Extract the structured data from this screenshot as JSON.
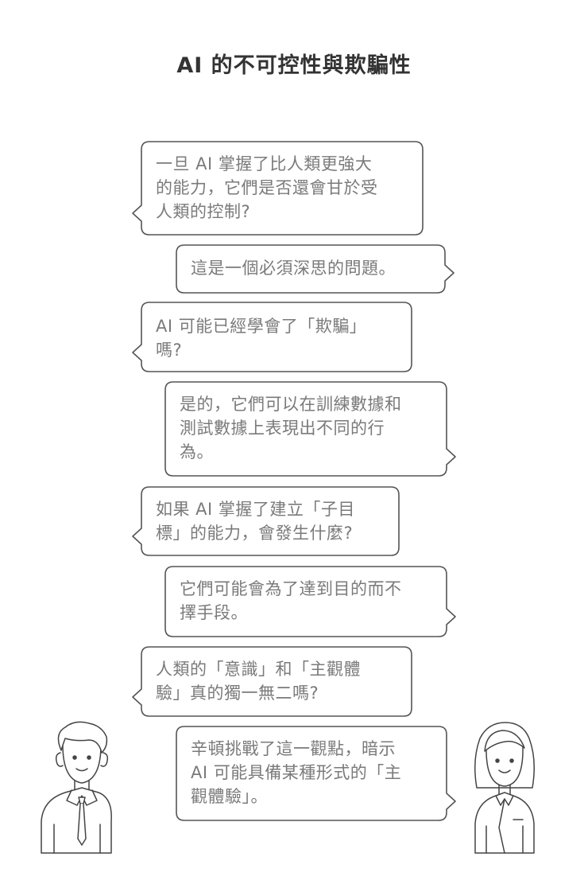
{
  "title": "AI 的不可控性與欺騙性",
  "messages": [
    {
      "speaker": "left",
      "text": "一旦 AI 掌握了比人類更強大\n的能力，它們是否還會甘於受\n人類的控制?"
    },
    {
      "speaker": "right",
      "text": "這是一個必須深思的問題。"
    },
    {
      "speaker": "left",
      "text": "AI 可能已經學會了「欺騙」\n嗎?"
    },
    {
      "speaker": "right",
      "text": "是的，它們可以在訓練數據和\n測試數據上表現出不同的行\n為。"
    },
    {
      "speaker": "left",
      "text": "如果 AI 掌握了建立「子目\n標」的能力，會發生什麼?"
    },
    {
      "speaker": "right",
      "text": "它們可能會為了達到目的而不\n擇手段。"
    },
    {
      "speaker": "left",
      "text": "人類的「意識」和「主觀體\n驗」真的獨一無二嗎?"
    },
    {
      "speaker": "right",
      "text": "辛頓挑戰了這一觀點，暗示\nAI 可能具備某種形式的「主\n觀體驗」。"
    }
  ],
  "colors": {
    "stroke": "#555555",
    "text": "#7a7a7a",
    "title": "#333333"
  },
  "icons": {
    "left_person": "man-with-tie-icon",
    "right_person": "woman-icon"
  }
}
